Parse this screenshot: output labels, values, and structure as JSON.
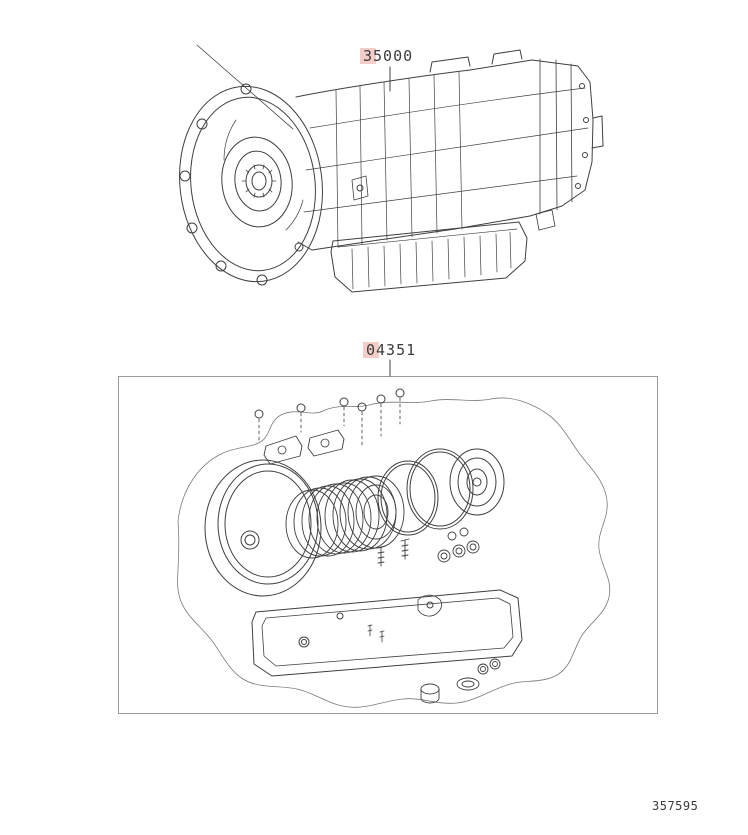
{
  "colors": {
    "highlight": "#f3cdc7",
    "line": "#3f3f3f",
    "box_border": "#9b9b9b"
  },
  "parts": {
    "assembly_number": "35000",
    "kit_number": "04351"
  },
  "footer": {
    "code": "357595"
  }
}
